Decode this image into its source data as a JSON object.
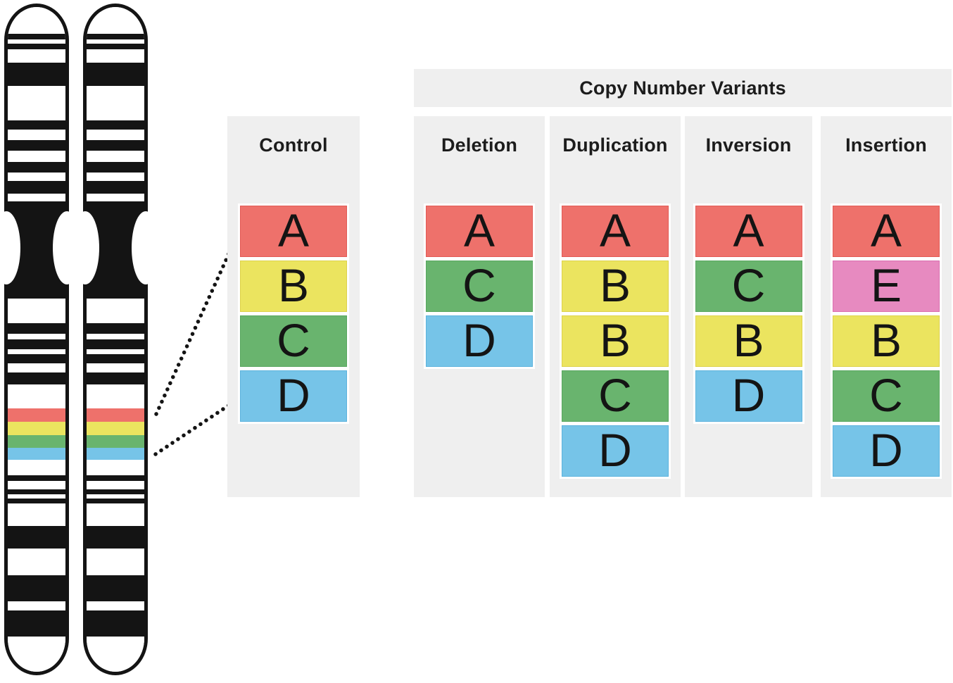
{
  "figure": {
    "background": "#ffffff",
    "text_color": "#1c1c1c"
  },
  "palette": {
    "panel_bg": "#efefef",
    "chromosome_ink": "#141414",
    "segments": {
      "A": {
        "fill": "#ee716b",
        "border": "#e25a55"
      },
      "B": {
        "fill": "#ebe45f",
        "border": "#ddd24a"
      },
      "C": {
        "fill": "#69b46e",
        "border": "#58a75f"
      },
      "D": {
        "fill": "#76c4e8",
        "border": "#5cb3dd"
      },
      "E": {
        "fill": "#e78ac0",
        "border": "#db6fb0"
      }
    }
  },
  "control_panel": {
    "title": "Control",
    "segments": [
      "A",
      "B",
      "C",
      "D"
    ]
  },
  "cnv_group": {
    "header": "Copy Number Variants",
    "panels": [
      {
        "title": "Deletion",
        "segments": [
          "A",
          "C",
          "D"
        ]
      },
      {
        "title": "Duplication",
        "segments": [
          "A",
          "B",
          "B",
          "C",
          "D"
        ]
      },
      {
        "title": "Inversion",
        "segments": [
          "A",
          "C",
          "B",
          "D"
        ]
      },
      {
        "title": "Insertion",
        "segments": [
          "A",
          "E",
          "B",
          "C",
          "D"
        ]
      }
    ]
  },
  "chromosome": {
    "band_colors": {
      "k": "#141414",
      "w": "#ffffff",
      "r": "#ee716b",
      "y": "#ebe45f",
      "g": "#69b46e",
      "b": "#76c4e8"
    },
    "bands": [
      [
        "w",
        38
      ],
      [
        "k",
        8
      ],
      [
        "w",
        6
      ],
      [
        "k",
        8
      ],
      [
        "w",
        19
      ],
      [
        "k",
        33
      ],
      [
        "w",
        49
      ],
      [
        "k",
        13
      ],
      [
        "w",
        15
      ],
      [
        "k",
        15
      ],
      [
        "w",
        16
      ],
      [
        "k",
        15
      ],
      [
        "w",
        12
      ],
      [
        "k",
        18
      ],
      [
        "w",
        11
      ],
      [
        "k",
        138
      ],
      [
        "w",
        35
      ],
      [
        "k",
        15
      ],
      [
        "w",
        8
      ],
      [
        "k",
        14
      ],
      [
        "w",
        7
      ],
      [
        "k",
        13
      ],
      [
        "w",
        13
      ],
      [
        "k",
        17
      ],
      [
        "w",
        34
      ],
      [
        "r",
        19
      ],
      [
        "y",
        19
      ],
      [
        "g",
        18
      ],
      [
        "b",
        17
      ],
      [
        "w",
        22
      ],
      [
        "k",
        8
      ],
      [
        "w",
        12
      ],
      [
        "k",
        7
      ],
      [
        "w",
        6
      ],
      [
        "k",
        7
      ],
      [
        "w",
        32
      ],
      [
        "k",
        32
      ],
      [
        "w",
        38
      ],
      [
        "k",
        37
      ],
      [
        "w",
        13
      ],
      [
        "k",
        37
      ],
      [
        "w",
        50
      ]
    ]
  }
}
